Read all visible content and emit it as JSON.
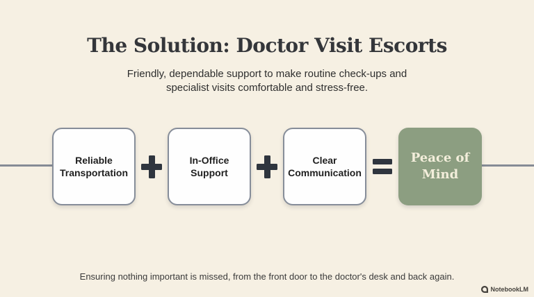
{
  "slide": {
    "title": "The Solution: Doctor Visit Escorts",
    "subtitle": "Friendly, dependable support to make routine check-ups and specialist visits comfortable and stress-free.",
    "equation": {
      "items": [
        {
          "label": "Reliable Transportation",
          "type": "input"
        },
        {
          "label": "In-Office Support",
          "type": "input"
        },
        {
          "label": "Clear Communication",
          "type": "input"
        },
        {
          "label": "Peace of Mind",
          "type": "result"
        }
      ],
      "operators": [
        "+",
        "+",
        "="
      ]
    },
    "footer_note": "Ensuring nothing important is missed, from the front door to the doctor's desk and back again.",
    "watermark": {
      "brand": "NotebookLM",
      "icon": "notebooklm-logo-icon"
    }
  },
  "colors": {
    "background": "#f6f0e3",
    "title_text": "#34363a",
    "box_border": "#868d99",
    "box_fill": "#fefefe",
    "result_fill": "#8c9e81",
    "result_text": "#f3eedb",
    "operator": "#2f353e",
    "connector_line": "#858b95"
  }
}
